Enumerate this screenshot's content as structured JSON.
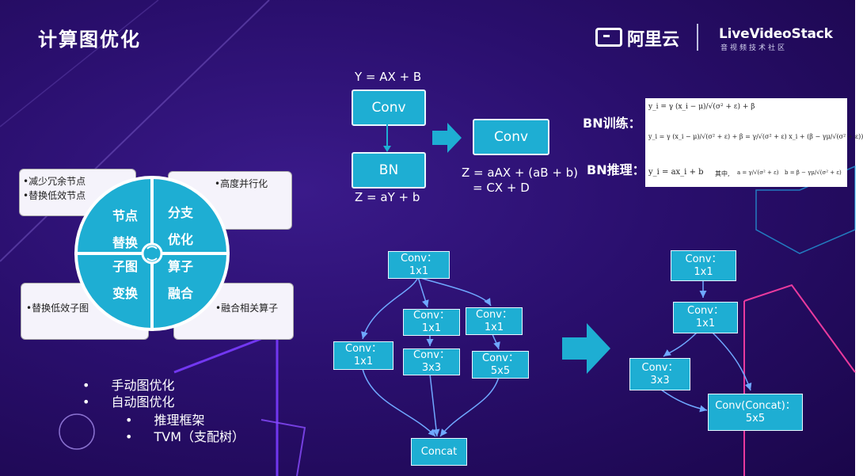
{
  "title": "计算图优化",
  "brand": {
    "aliyun": "阿里云",
    "livevideostack": "LiveVideoStack",
    "livevideostack_sub": "音视频技术社区"
  },
  "bn": {
    "y_eq": "Y = AX + B",
    "conv": "Conv",
    "bn": "BN",
    "z_eq": "Z = aY + b",
    "conv_result": "Conv",
    "z_eq2_line1": "Z = aAX + (aB + b)",
    "z_eq2_line2": "= CX + D",
    "train_label": "BN训练：",
    "infer_label": "BN推理："
  },
  "formulas": {
    "f1": "y_i = γ (x_i − μ)/√(σ² + ε) + β",
    "f2": "y_i = γ (x_i − μ)/√(σ² + ε) + β = γ/√(σ² + ε) x_i + (β − γμ/√(σ² + ε))",
    "f3_lhs": "y_i = ax_i + b",
    "f3_mid": "其中,",
    "f3_a": "a = γ/√(σ² + ε)",
    "f3_b": "b = β − γμ/√(σ² + ε)"
  },
  "circle": {
    "q1": [
      "节点",
      "替换"
    ],
    "q2": [
      "分支",
      "优化"
    ],
    "q3": [
      "子图",
      "变换"
    ],
    "q4": [
      "算子",
      "融合"
    ],
    "card_tl_1": "•减少冗余节点",
    "card_tl_2": "•替换低效节点",
    "card_tr": "•高度并行化",
    "card_bl": "•替换低效子图",
    "card_br": "•融合相关算子"
  },
  "graph_left": {
    "top": [
      "Conv：",
      "1x1"
    ],
    "m1": [
      "Conv：",
      "1x1"
    ],
    "m2": [
      "Conv：",
      "1x1"
    ],
    "l1": [
      "Conv：",
      "1x1"
    ],
    "m3": [
      "Conv：",
      "3x3"
    ],
    "m4": [
      "Conv：",
      "5x5"
    ],
    "concat": "Concat"
  },
  "graph_right": {
    "top": [
      "Conv：",
      "1x1"
    ],
    "mid": [
      "Conv：",
      "1x1"
    ],
    "l": [
      "Conv：",
      "3x3"
    ],
    "r": [
      "Conv(Concat)：",
      "5x5"
    ]
  },
  "bullets": {
    "b1": "手动图优化",
    "b2": "自动图优化",
    "b2a": "推理框架",
    "b2b": "TVM（支配树）"
  },
  "colors": {
    "box": "#1eaed3",
    "background": "#2a0f6e",
    "circle": "#1eaed3"
  }
}
